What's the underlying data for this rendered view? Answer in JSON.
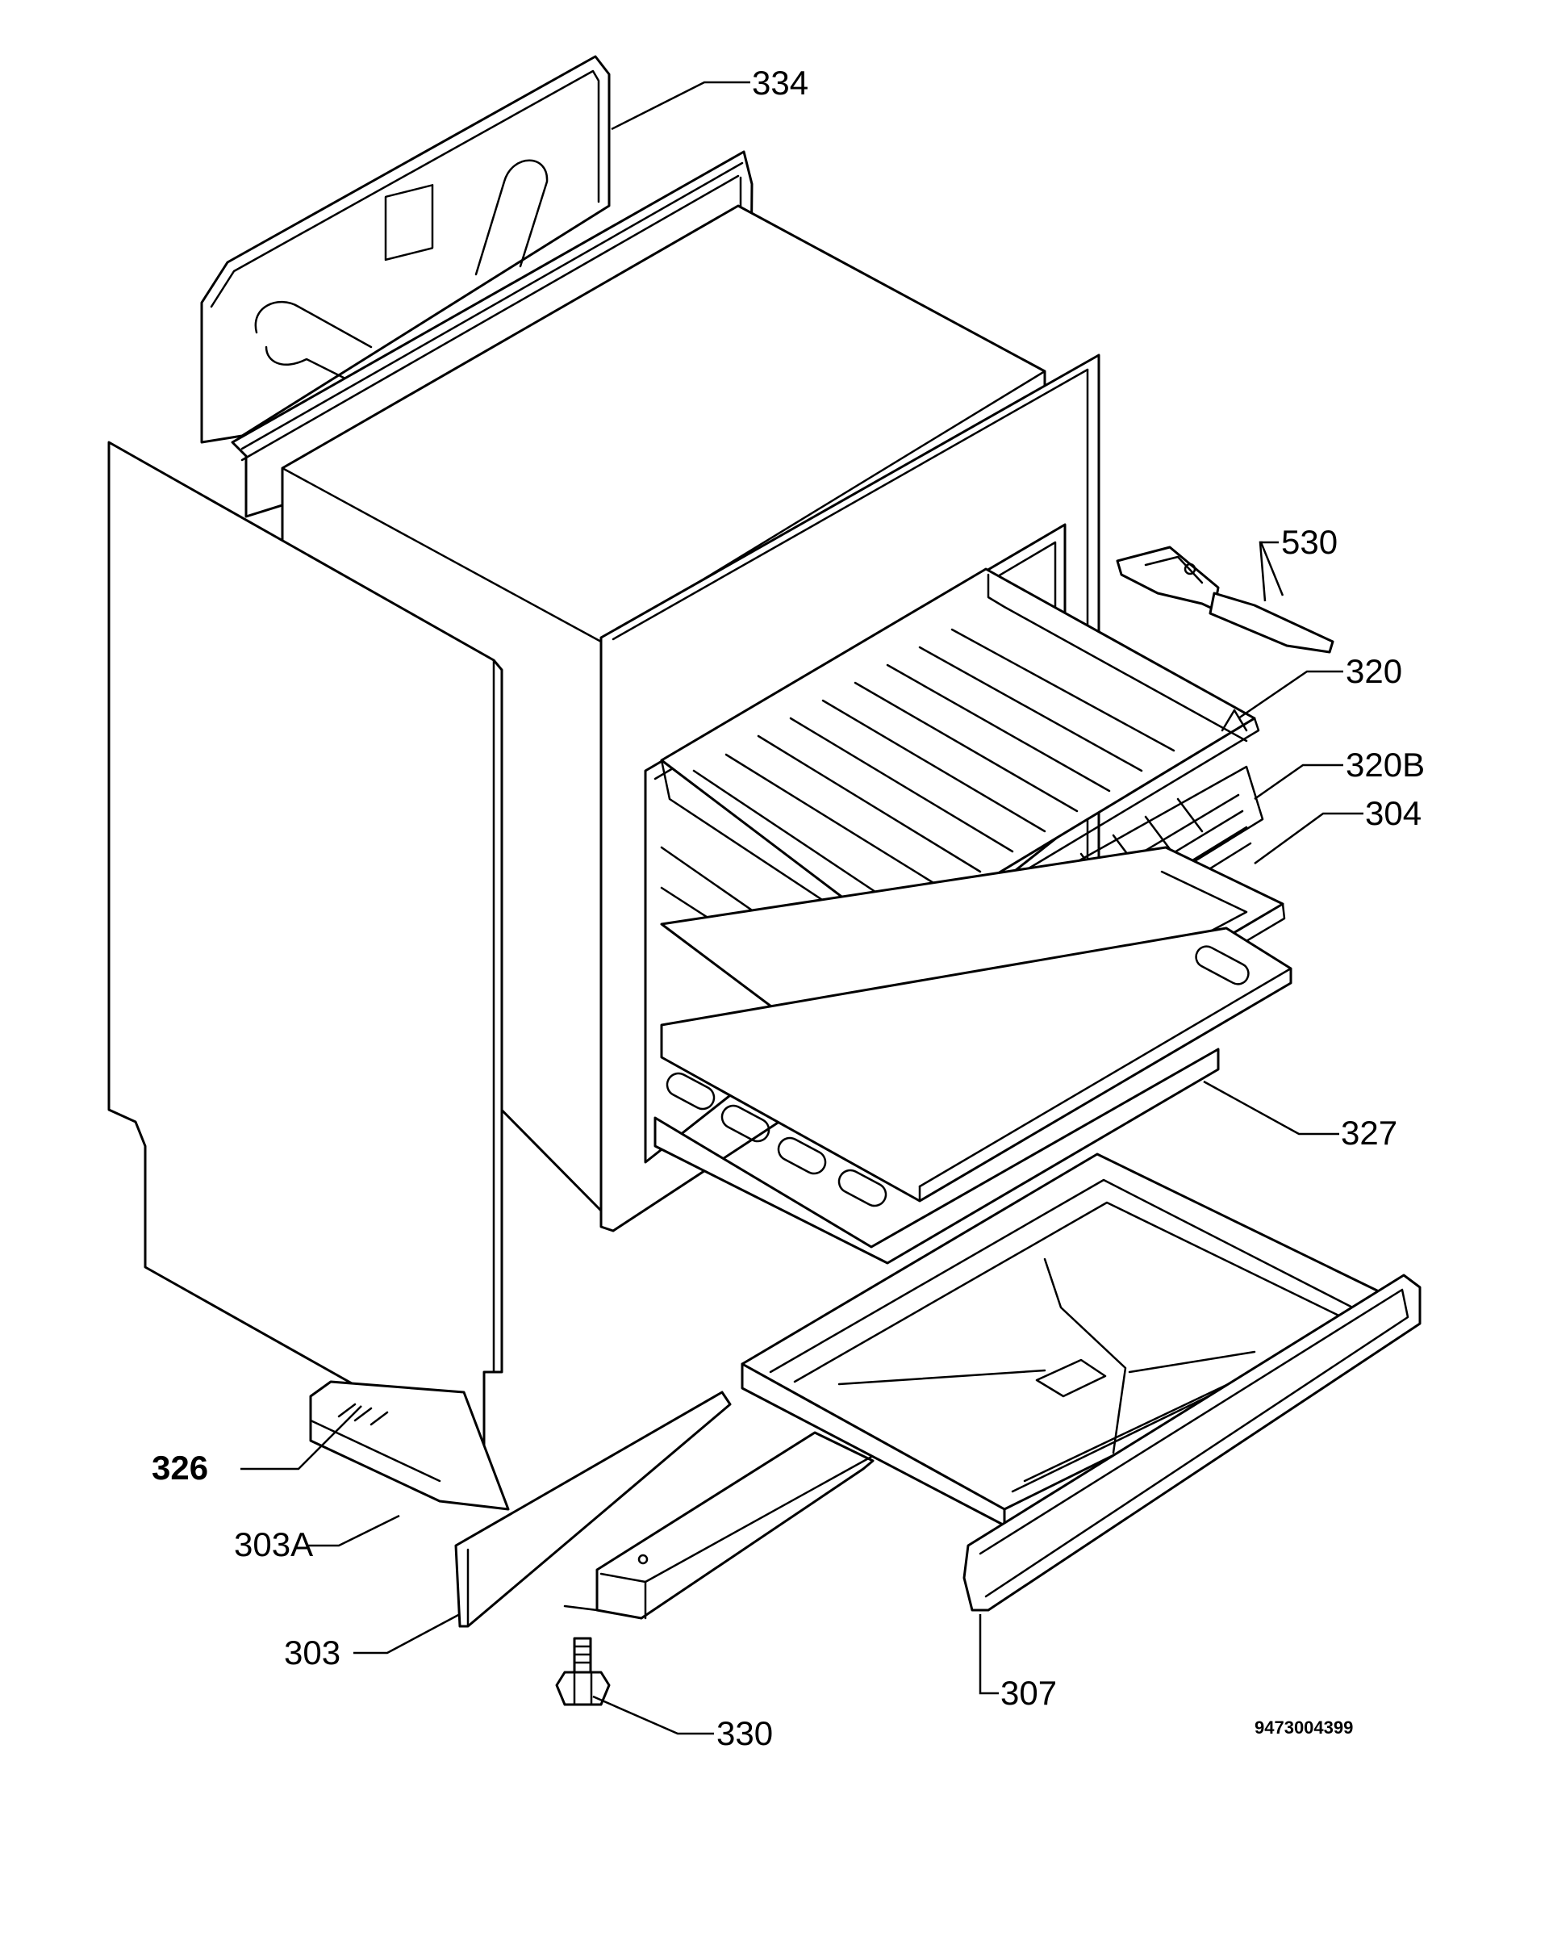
{
  "callouts": {
    "c334": "334",
    "c530": "530",
    "c320": "320",
    "c320b": "320B",
    "c304": "304",
    "c327": "327",
    "c326": "326",
    "c303a": "303A",
    "c303": "303",
    "c307": "307",
    "c330": "330"
  },
  "document_number": "9473004399"
}
